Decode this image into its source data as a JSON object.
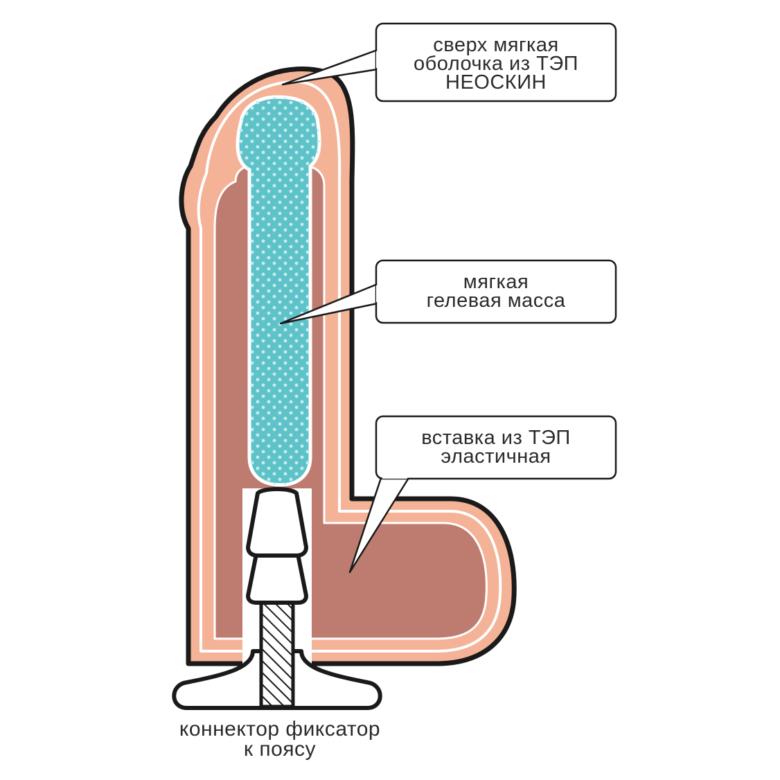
{
  "callouts": {
    "shell": {
      "lines": [
        "сверх мягкая",
        "оболочка из ТЭП",
        "НЕОСКИН"
      ]
    },
    "gel": {
      "lines": [
        "мягкая",
        "гелевая масса"
      ]
    },
    "insert": {
      "lines": [
        "вставка из ТЭП",
        "эластичная"
      ]
    }
  },
  "caption": {
    "lines": [
      "коннектор фиксатор",
      "к поясу"
    ]
  },
  "colors": {
    "outline": "#1a1a1a",
    "shell": "#f4b397",
    "insert": "#bd7c6f",
    "gel": "#5ec3c8",
    "gel_dots": "#c8ecee",
    "connector": "#ffffff"
  }
}
